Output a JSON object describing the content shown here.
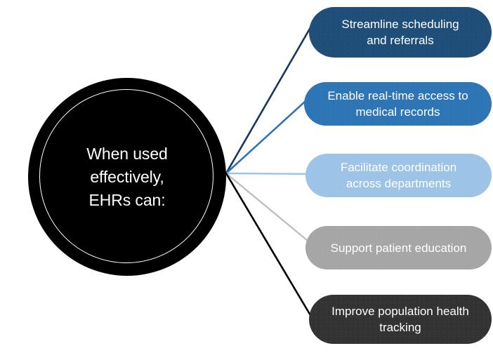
{
  "diagram": {
    "type": "radial-hub-and-spoke",
    "hub": {
      "name": "central-topic",
      "lines": [
        "When used",
        "effectively,",
        "EHRs can:"
      ],
      "text": "When used effectively, EHRs can:",
      "fill_color": "#000000",
      "text_color": "#FFFFFF",
      "ring_color": "#FFFFFF"
    },
    "branches": [
      {
        "id": "streamline-scheduling",
        "label": "Streamline scheduling\nand referrals",
        "fill_color": "#1F4E79",
        "text_color": "#FFFFFF",
        "connector_color": "#17375E"
      },
      {
        "id": "real-time-access",
        "label": "Enable real-time access to\nmedical records",
        "fill_color": "#2E75B6",
        "text_color": "#FFFFFF",
        "connector_color": "#2E75B6"
      },
      {
        "id": "facilitate-coordination",
        "label": "Facilitate coordination\nacross departments",
        "fill_color": "#9DC3E6",
        "text_color": "#FFFFFF",
        "connector_color": "#9DC3E6"
      },
      {
        "id": "patient-education",
        "label": "Support patient education",
        "fill_color": "#A6A6A6",
        "text_color": "#FFFFFF",
        "connector_color": "#BFBFBF"
      },
      {
        "id": "population-health",
        "label": "Improve population health\ntracking",
        "fill_color": "#333333",
        "text_color": "#FFFFFF",
        "connector_color": "#000000"
      }
    ]
  }
}
